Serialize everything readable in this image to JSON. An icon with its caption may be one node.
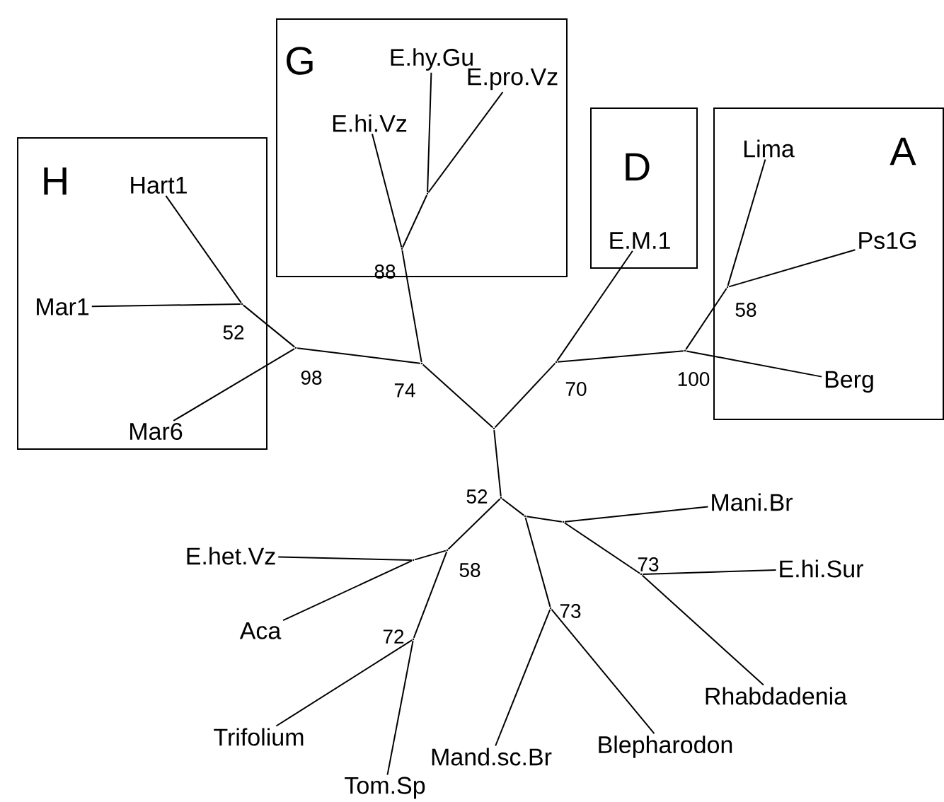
{
  "diagram": {
    "nodes": [
      {
        "text": [
          "G"
        ]
      },
      {
        "text": [
          "E.hy.Gu"
        ],
        "in": 0
      },
      {
        "text": [
          "E.pro.Vz"
        ],
        "in": 0
      },
      {
        "text": [
          "E.hi.Vz"
        ],
        "in": 0
      },
      {
        "text": [],
        "shape": "point",
        "in": 0
      },
      {
        "text": [],
        "shape": "point",
        "in": 0,
        "beside": [
          "88"
        ]
      },
      {
        "text": [
          "H"
        ]
      },
      {
        "text": [
          "Hart1"
        ],
        "in": 6
      },
      {
        "text": [
          "Mar1"
        ],
        "in": 6
      },
      {
        "text": [
          "Mar6"
        ],
        "in": 6
      },
      {
        "text": [],
        "shape": "point",
        "in": 6,
        "beside": [
          "52"
        ]
      },
      {
        "text": [
          "D"
        ]
      },
      {
        "text": [
          "E.M.1"
        ],
        "in": 11
      },
      {
        "text": [
          "A"
        ]
      },
      {
        "text": [
          "Lima"
        ],
        "in": 13
      },
      {
        "text": [
          "Ps1G"
        ],
        "in": 13
      },
      {
        "text": [
          "Berg"
        ],
        "in": 13
      },
      {
        "text": [],
        "shape": "point",
        "in": 13,
        "beside": [
          "58"
        ]
      },
      {
        "text": [],
        "shape": "point",
        "beside": [
          "98"
        ]
      },
      {
        "text": [],
        "shape": "point",
        "beside": [
          "74"
        ]
      },
      {
        "text": [],
        "shape": "point",
        "beside": [
          "70"
        ]
      },
      {
        "text": [],
        "shape": "point",
        "beside": [
          "100"
        ]
      },
      {
        "text": [],
        "shape": "point"
      },
      {
        "text": [],
        "shape": "point",
        "beside": [
          "52"
        ]
      },
      {
        "text": [
          "Mani.Br"
        ]
      },
      {
        "text": [
          "E.het.Vz"
        ]
      },
      {
        "text": [],
        "shape": "point",
        "beside": [
          "58"
        ]
      },
      {
        "text": [],
        "shape": "point"
      },
      {
        "text": [
          "E.hi.Sur"
        ]
      },
      {
        "text": [],
        "shape": "point"
      },
      {
        "text": [],
        "shape": "point"
      },
      {
        "text": [],
        "shape": "point",
        "beside": [
          "73"
        ]
      },
      {
        "text": [
          "Aca"
        ]
      },
      {
        "text": [],
        "shape": "point",
        "beside": [
          "72"
        ]
      },
      {
        "text": [],
        "shape": "point",
        "beside": [
          "73"
        ]
      },
      {
        "text": [
          "Trifolium"
        ]
      },
      {
        "text": [
          "Mand.sc.Br"
        ]
      },
      {
        "text": [
          "Blepharodon"
        ]
      },
      {
        "text": [
          "Rhabdadenia"
        ]
      },
      {
        "text": [
          "Tom.Sp"
        ]
      }
    ],
    "edges": [
      {
        "from": 4,
        "to": 1,
        "arrow": "none"
      },
      {
        "from": 4,
        "to": 2,
        "arrow": "none"
      },
      {
        "from": 5,
        "to": 3,
        "arrow": "none"
      },
      {
        "from": 5,
        "to": 4,
        "arrow": "none"
      },
      {
        "from": 19,
        "to": 5,
        "arrow": "none"
      },
      {
        "from": 19,
        "to": 18,
        "arrow": "none"
      },
      {
        "from": 18,
        "to": 10,
        "arrow": "none"
      },
      {
        "from": 18,
        "to": 9,
        "arrow": "none"
      },
      {
        "from": 10,
        "to": 7,
        "arrow": "none"
      },
      {
        "from": 10,
        "to": 8,
        "arrow": "none"
      },
      {
        "from": 22,
        "to": 19,
        "arrow": "none"
      },
      {
        "from": 22,
        "to": 20,
        "arrow": "none"
      },
      {
        "from": 20,
        "to": 12,
        "arrow": "none"
      },
      {
        "from": 20,
        "to": 21,
        "arrow": "none"
      },
      {
        "from": 21,
        "to": 17,
        "arrow": "none"
      },
      {
        "from": 21,
        "to": 16,
        "arrow": "none"
      },
      {
        "from": 17,
        "to": 14,
        "arrow": "none"
      },
      {
        "from": 17,
        "to": 15,
        "arrow": "none"
      },
      {
        "from": 22,
        "to": 23,
        "arrow": "none"
      },
      {
        "from": 23,
        "to": 26,
        "arrow": "none"
      },
      {
        "from": 26,
        "to": 27,
        "arrow": "none"
      },
      {
        "from": 27,
        "to": 25,
        "arrow": "none"
      },
      {
        "from": 27,
        "to": 32,
        "arrow": "none"
      },
      {
        "from": 26,
        "to": 33,
        "arrow": "none"
      },
      {
        "from": 33,
        "to": 35,
        "arrow": "none"
      },
      {
        "from": 33,
        "to": 39,
        "arrow": "none"
      },
      {
        "from": 23,
        "to": 29,
        "arrow": "none"
      },
      {
        "from": 29,
        "to": 34,
        "arrow": "none"
      },
      {
        "from": 34,
        "to": 36,
        "arrow": "none"
      },
      {
        "from": 34,
        "to": 37,
        "arrow": "none"
      },
      {
        "from": 29,
        "to": 30,
        "arrow": "none"
      },
      {
        "from": 30,
        "to": 24,
        "arrow": "none"
      },
      {
        "from": 30,
        "to": 31,
        "arrow": "none"
      },
      {
        "from": 31,
        "to": 28,
        "arrow": "none"
      },
      {
        "from": 31,
        "to": 38,
        "arrow": "none"
      }
    ]
  }
}
